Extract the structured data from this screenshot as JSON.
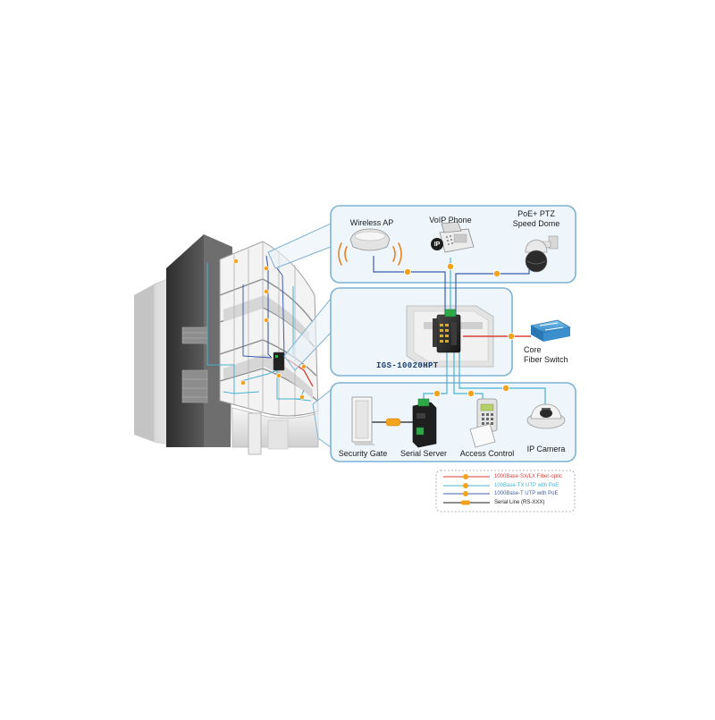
{
  "devices": {
    "wireless_ap": "Wireless AP",
    "voip_phone": "VoIP Phone",
    "ptz_line1": "PoE+ PTZ",
    "ptz_line2": "Speed Dome",
    "core_line1": "Core",
    "core_line2": "Fiber Switch",
    "security_gate": "Security Gate",
    "serial_server": "Serial Server",
    "access_control": "Access Control",
    "ip_camera": "IP Camera",
    "phone_badge": "IP"
  },
  "switch": {
    "model": "IGS-10020HPT"
  },
  "legend": {
    "items": [
      {
        "label": "1000Base-SX/LX Fiber-optic",
        "color": "#d9403a"
      },
      {
        "label": "100Base-TX UTP with PoE",
        "color": "#4ab2cf"
      },
      {
        "label": "1000Base-T UTP with PoE",
        "color": "#3f5ea9"
      },
      {
        "label": "Serial Line (RS-XXX)",
        "color": "#1e1e1e"
      }
    ]
  },
  "colors": {
    "panel_fill": "#eef6fb",
    "panel_border": "#7fb2d3",
    "fiber": "#d9403a",
    "utp_100": "#4ab2cf",
    "utp_1000": "#3f5ea9",
    "serial": "#1e1e1e",
    "node": "#f2a21c"
  }
}
